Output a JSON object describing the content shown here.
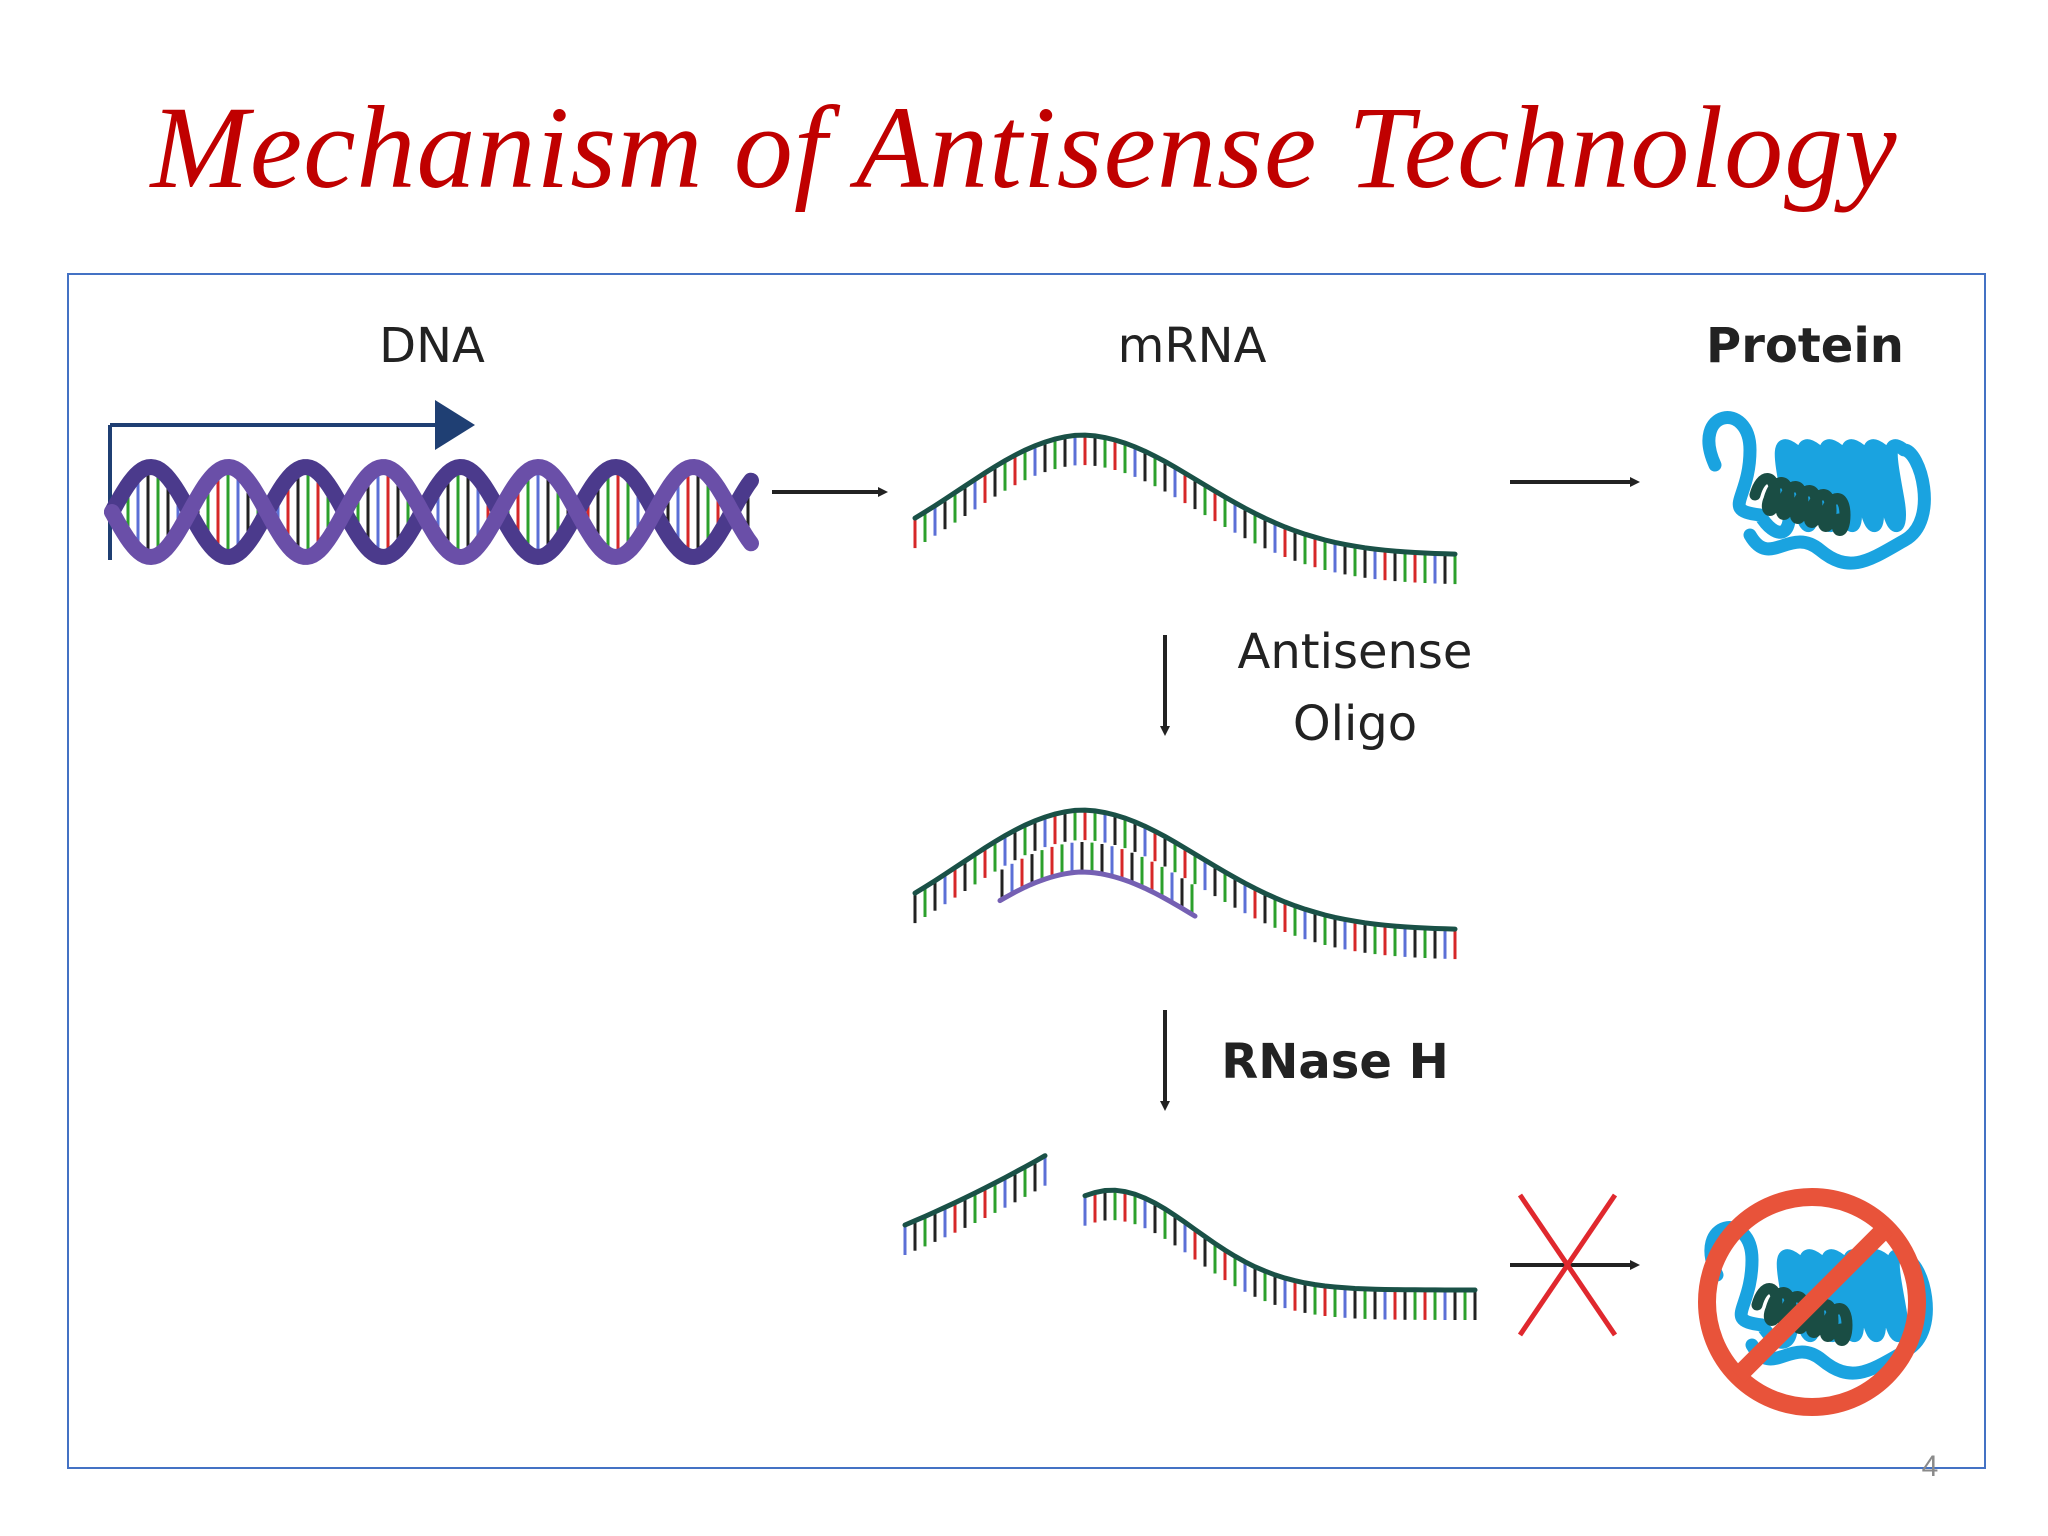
{
  "slide": {
    "title": "Mechanism of Antisense Technology",
    "page_number": "4"
  },
  "diagram": {
    "labels": {
      "dna": "DNA",
      "mrna": "mRNA",
      "protein": "Protein",
      "antisense_line1": "Antisense",
      "antisense_line2": "Oligo",
      "rnase": "RNase H"
    },
    "colors": {
      "title": "#c00000",
      "frame": "#4472c4",
      "dna_strand": "#6a4fa8",
      "dna_arrow": "#1f3f73",
      "mrna_backbone": "#1a5147",
      "oligo_backbone": "#7560b3",
      "protein_coil": "#1aa3e0",
      "protein_core": "#1a4d44",
      "inhibit": "#e8533a",
      "cross": "#e0282e",
      "arrow": "#222222",
      "base_red": "#d62728",
      "base_green": "#2ca02c",
      "base_blue": "#5b6fd6",
      "base_black": "#222222"
    }
  }
}
